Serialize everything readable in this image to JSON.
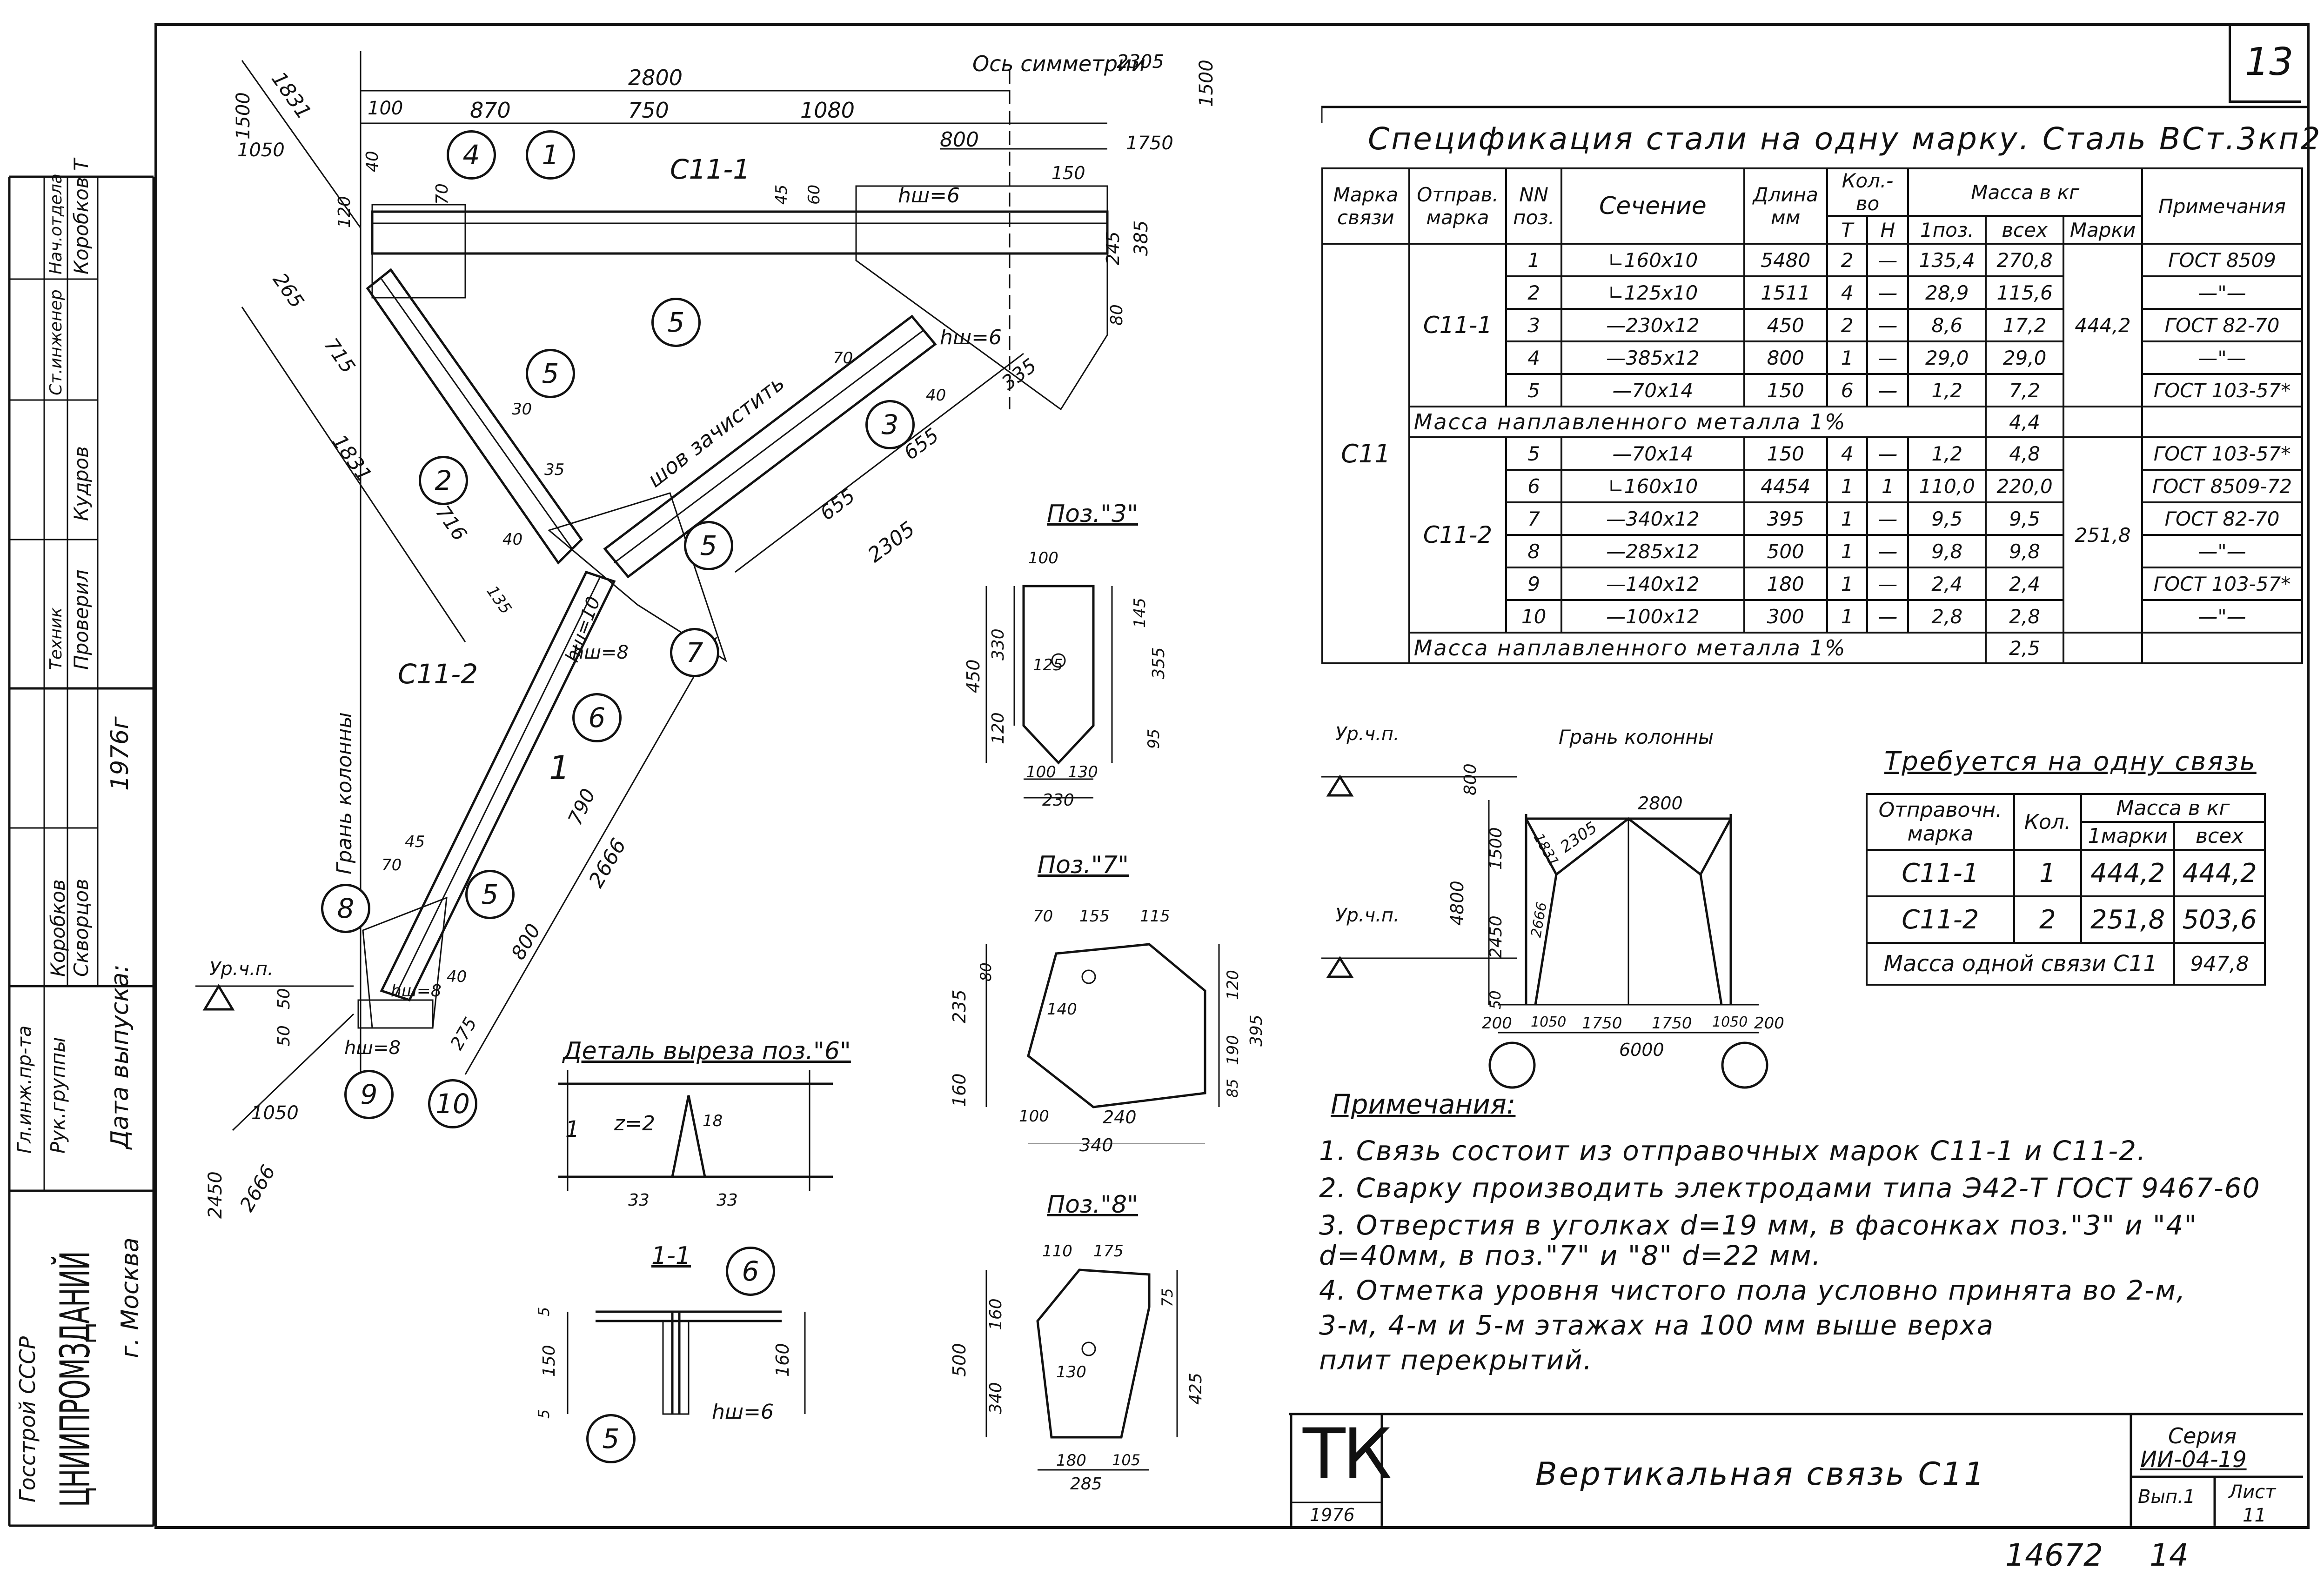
{
  "sheet": {
    "page_number": "13",
    "bottom_number": "14672",
    "bottom_suffix": "14"
  },
  "side_stamp": {
    "org_line1": "Госстрой СССР",
    "org_line2": "ЦНИИПРОМЗДАНИЙ",
    "city": "г. Москва",
    "roles": [
      "Гл.инж.пр-та",
      "Рук.группы",
      "Ст.инженер",
      "Техник",
      "Нач.отдела"
    ],
    "names": [
      "Коробков",
      "Скворцов",
      "Кудров",
      "Проверил",
      "Коробков Т"
    ],
    "release_label": "Дата выпуска:",
    "release_year": "1976г"
  },
  "spec_table": {
    "title": "Спецификация стали на одну марку. Сталь ВСт.3кп2",
    "headers": {
      "mark": "Марка связи",
      "ship_mark": "Отправ. марка",
      "pos": "NN поз.",
      "section": "Сечение",
      "length": "Длина мм",
      "qty": "Кол.-во",
      "qty_t": "Т",
      "qty_n": "Н",
      "mass": "Масса в кг",
      "mass_one": "1поз.",
      "mass_all": "всех",
      "mass_mark": "Марки",
      "notes": "Примечания"
    },
    "brace_mark": "С11",
    "groups": [
      {
        "ship_mark": "С11-1",
        "mark_mass": "444,2",
        "rows": [
          {
            "pos": "1",
            "section": "∟160х10",
            "length": "5480",
            "t": "2",
            "n": "—",
            "m1": "135,4",
            "mall": "270,8",
            "note": "ГОСТ 8509"
          },
          {
            "pos": "2",
            "section": "∟125х10",
            "length": "1511",
            "t": "4",
            "n": "—",
            "m1": "28,9",
            "mall": "115,6",
            "note": "—\"—"
          },
          {
            "pos": "3",
            "section": "—230х12",
            "length": "450",
            "t": "2",
            "n": "—",
            "m1": "8,6",
            "mall": "17,2",
            "note": "ГОСТ 82-70"
          },
          {
            "pos": "4",
            "section": "—385х12",
            "length": "800",
            "t": "1",
            "n": "—",
            "m1": "29,0",
            "mall": "29,0",
            "note": "—\"—"
          },
          {
            "pos": "5",
            "section": "—70х14",
            "length": "150",
            "t": "6",
            "n": "—",
            "m1": "1,2",
            "mall": "7,2",
            "note": "ГОСТ 103-57*"
          }
        ],
        "weld_label": "Масса наплавленного металла 1%",
        "weld_mass": "4,4"
      },
      {
        "ship_mark": "С11-2",
        "mark_mass": "251,8",
        "rows": [
          {
            "pos": "5",
            "section": "—70х14",
            "length": "150",
            "t": "4",
            "n": "—",
            "m1": "1,2",
            "mall": "4,8",
            "note": "ГОСТ 103-57*"
          },
          {
            "pos": "6",
            "section": "∟160х10",
            "length": "4454",
            "t": "1",
            "n": "1",
            "m1": "110,0",
            "mall": "220,0",
            "note": "ГОСТ 8509-72"
          },
          {
            "pos": "7",
            "section": "—340х12",
            "length": "395",
            "t": "1",
            "n": "—",
            "m1": "9,5",
            "mall": "9,5",
            "note": "ГОСТ 82-70"
          },
          {
            "pos": "8",
            "section": "—285х12",
            "length": "500",
            "t": "1",
            "n": "—",
            "m1": "9,8",
            "mall": "9,8",
            "note": "—\"—"
          },
          {
            "pos": "9",
            "section": "—140х12",
            "length": "180",
            "t": "1",
            "n": "—",
            "m1": "2,4",
            "mall": "2,4",
            "note": "ГОСТ 103-57*"
          },
          {
            "pos": "10",
            "section": "—100х12",
            "length": "300",
            "t": "1",
            "n": "—",
            "m1": "2,8",
            "mall": "2,8",
            "note": "—\"—"
          }
        ],
        "weld_label": "Масса наплавленного металла 1%",
        "weld_mass": "2,5"
      }
    ]
  },
  "required_table": {
    "title": "Требуется на одну связь",
    "h_mark": "Отправочн. марка",
    "h_qty": "Кол.",
    "h_mass": "Масса в кг",
    "h_one": "1марки",
    "h_all": "всех",
    "rows": [
      {
        "mark": "С11-1",
        "qty": "1",
        "one": "444,2",
        "all": "444,2"
      },
      {
        "mark": "С11-2",
        "qty": "2",
        "one": "251,8",
        "all": "503,6"
      }
    ],
    "total_label": "Масса одной связи С11",
    "total": "947,8"
  },
  "notes": {
    "heading": "Примечания:",
    "lines": [
      "1. Связь состоит из отправочных марок С11-1 и С11-2.",
      "2. Сварку производить электродами типа Э42-Т ГОСТ 9467-60",
      "3. Отверстия в уголках d=19 мм, в фасонках поз.\"3\" и \"4\"",
      "    d=40мм, в поз.\"7\" и \"8\" d=22 мм.",
      "4. Отметка уровня чистого пола условно принята во 2-м,",
      "    3-м, 4-м и 5-м этажах на 100 мм выше верха",
      "    плит перекрытий."
    ]
  },
  "title_block": {
    "logo": "ТК",
    "logo_year": "1976",
    "title": "Вертикальная связь С11",
    "series_label": "Серия",
    "series": "ИИ-04-19",
    "issue": "Вып.1",
    "sheet_label": "Лист",
    "sheet_no": "11"
  },
  "main_drawing": {
    "labels": {
      "axis_label": "Ось симметрии",
      "brace_top": "С11-1",
      "brace_lower": "С11-2",
      "column_face": "Грань колонны",
      "weld_note": "шов зачистить",
      "floor_mark": "Ур.ч.п.",
      "weld_hw6_a": "hш=6",
      "weld_hw6_b": "hш=6",
      "weld_hw10": "hш=10",
      "weld_hw8_a": "hш=8",
      "weld_hw8_b": "hш=8",
      "weld_hw8_c": "hш=8",
      "section_mark": "1"
    },
    "dims": {
      "d2800": "2800",
      "d100": "100",
      "d870": "870",
      "d750": "750",
      "d1080": "1080",
      "d2305": "2305",
      "d1500a": "1500",
      "d1500b": "1500",
      "d1831a": "1831",
      "d1050a": "1050",
      "d800": "800",
      "d1750": "1750",
      "d120": "120",
      "d40a": "40",
      "d70a": "70",
      "d45": "45",
      "d60": "60",
      "d150": "150",
      "d245": "245",
      "d385": "385",
      "d80": "80",
      "d265": "265",
      "d715": "715",
      "d1831b": "1831",
      "d30": "30",
      "d35": "35",
      "d716": "716",
      "d40b": "40",
      "d135": "135",
      "d335": "335",
      "d655a": "655",
      "d655b": "655",
      "d2305b": "2305",
      "d40c": "40",
      "d70b": "70",
      "d790": "790",
      "d2666a": "2666",
      "d800b": "800",
      "d45b": "45",
      "d70c": "70",
      "d40d": "40",
      "d275": "275",
      "d50a": "50",
      "d50b": "50",
      "d1050b": "1050",
      "d2450": "2450",
      "d2666b": "2666"
    },
    "positions": [
      "1",
      "2",
      "3",
      "4",
      "5",
      "5",
      "5",
      "5",
      "6",
      "7",
      "8",
      "9",
      "10"
    ]
  },
  "detail_3": {
    "title": "Поз.\"3\"",
    "dims": {
      "d100": "100",
      "d450": "450",
      "d330": "330",
      "d120": "120",
      "d125": "125",
      "d145": "145",
      "d355": "355",
      "d95": "95",
      "d100b": "100",
      "d130": "130",
      "d230": "230"
    }
  },
  "detail_7": {
    "title": "Поз.\"7\"",
    "dims": {
      "d70": "70",
      "d155": "155",
      "d115": "115",
      "d235": "235",
      "d80": "80",
      "d140": "140",
      "d160": "160",
      "d120": "120",
      "d190": "190",
      "d395": "395",
      "d85": "85",
      "d100": "100",
      "d240": "240",
      "d340": "340"
    }
  },
  "detail_8": {
    "title": "Поз.\"8\"",
    "dims": {
      "d110": "110",
      "d175": "175",
      "d160": "160",
      "d75": "75",
      "d500": "500",
      "d340": "340",
      "d130": "130",
      "d425": "425",
      "d180": "180",
      "d105": "105",
      "d285": "285"
    }
  },
  "detail_cut": {
    "title": "Деталь выреза поз.\"6\"",
    "z": "z=2",
    "d18": "18",
    "d33a": "33",
    "d33b": "33",
    "mark": "1"
  },
  "section_11": {
    "title": "1-1",
    "d5a": "5",
    "d150": "150",
    "d5b": "5",
    "d160": "160",
    "hw": "hш=6",
    "pos6": "6",
    "pos5": "5"
  },
  "scheme": {
    "floor_top": "Ур.ч.п.",
    "floor_mid": "Ур.ч.п.",
    "column_face": "Грань колонны",
    "d2800": "2800",
    "d800": "800",
    "d1500": "1500",
    "d4800": "4800",
    "d2450": "2450",
    "d50": "50",
    "d1831": "1831",
    "d2305": "2305",
    "d2666": "2666",
    "bottom_dims": [
      "200",
      "1050",
      "1750",
      "1750",
      "1050",
      "200"
    ],
    "d6000": "6000"
  }
}
